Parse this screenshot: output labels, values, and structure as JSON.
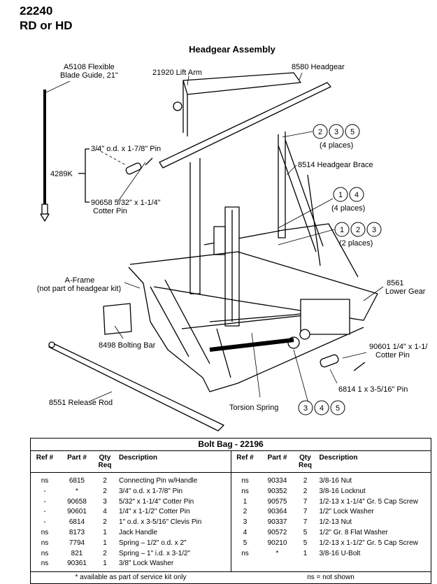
{
  "header": {
    "number": "22240",
    "variant": "RD or HD"
  },
  "diagram": {
    "title": "Headgear Assembly",
    "labels": {
      "a5108_l1": "A5108   Flexible",
      "a5108_l2": "Blade Guide, 21\"",
      "lift_arm": "21920   Lift Arm",
      "headgear": "8580   Headgear",
      "pin_78": "3/4\" o.d. x 1-7/8\" Pin",
      "kit": "4289K",
      "cotter_l1": "90658   5/32\" x 1-1/4\"",
      "cotter_l2": "Cotter Pin",
      "places4": "(4 places)",
      "brace": "8514   Headgear Brace",
      "places4b": "(4 places)",
      "places2": "(2 places)",
      "aframe_l1": "A-Frame",
      "aframe_l2": "(not part of headgear kit)",
      "lower_gear_l1": "8561",
      "lower_gear_l2": "Lower Gear",
      "bolting_bar": "8498   Bolting Bar",
      "cotter2_l1": "90601   1/4\" x 1-1/",
      "cotter2_l2": "Cotter Pin",
      "pin_clevis": "6814   1 x 3-5/16\"  Pin",
      "release_rod": "8551   Release Rod",
      "torsion": "Torsion Spring"
    },
    "callouts": {
      "g1": [
        "2",
        "3",
        "5"
      ],
      "g2": [
        "1",
        "4"
      ],
      "g3": [
        "1",
        "2",
        "3"
      ],
      "g4": [
        "3",
        "4",
        "5"
      ]
    }
  },
  "bom": {
    "title": "Bolt Bag - 22196",
    "headers": {
      "ref": "Ref #",
      "part": "Part #",
      "qty1": "Qty",
      "qty2": "Req",
      "desc": "Description"
    },
    "left_rows": [
      [
        "ns",
        "6815",
        "2",
        "Connecting Pin w/Handle"
      ],
      [
        "-",
        "*",
        "2",
        "3/4\" o.d. x 1-7/8\" Pin"
      ],
      [
        "-",
        "90658",
        "3",
        "5/32\" x 1-1/4\" Cotter Pin"
      ],
      [
        "-",
        "90601",
        "4",
        "1/4\" x 1-1/2\" Cotter Pin"
      ],
      [
        "-",
        "6814",
        "2",
        "1\" o.d. x 3-5/16\" Clevis Pin"
      ],
      [
        "ns",
        "8173",
        "1",
        "Jack Handle"
      ],
      [
        "ns",
        "7794",
        "1",
        "Spring – 1/2\" o.d. x 2\""
      ],
      [
        "ns",
        "821",
        "2",
        "Spring – 1\" i.d. x 3-1/2\""
      ],
      [
        "ns",
        "90361",
        "1",
        "3/8\" Lock Washer"
      ]
    ],
    "right_rows": [
      [
        "ns",
        "90334",
        "2",
        "3/8-16  Nut"
      ],
      [
        "ns",
        "90352",
        "2",
        "3/8-16 Locknut"
      ],
      [
        "1",
        "90575",
        "7",
        "1/2-13 x 1-1/4\" Gr. 5 Cap Screw"
      ],
      [
        "2",
        "90364",
        "7",
        "1/2\" Lock Washer"
      ],
      [
        "3",
        "90337",
        "7",
        "1/2-13  Nut"
      ],
      [
        "4",
        "90572",
        "5",
        "1/2\" Gr. 8 Flat Washer"
      ],
      [
        "5",
        "90210",
        "5",
        "1/2-13 x 1-1/2\" Gr. 5 Cap Screw"
      ],
      [
        "ns",
        "*",
        "1",
        "3/8-16 U-Bolt"
      ]
    ],
    "footer": {
      "left": "*  available as part of service kit only",
      "right": "ns = not shown"
    }
  }
}
